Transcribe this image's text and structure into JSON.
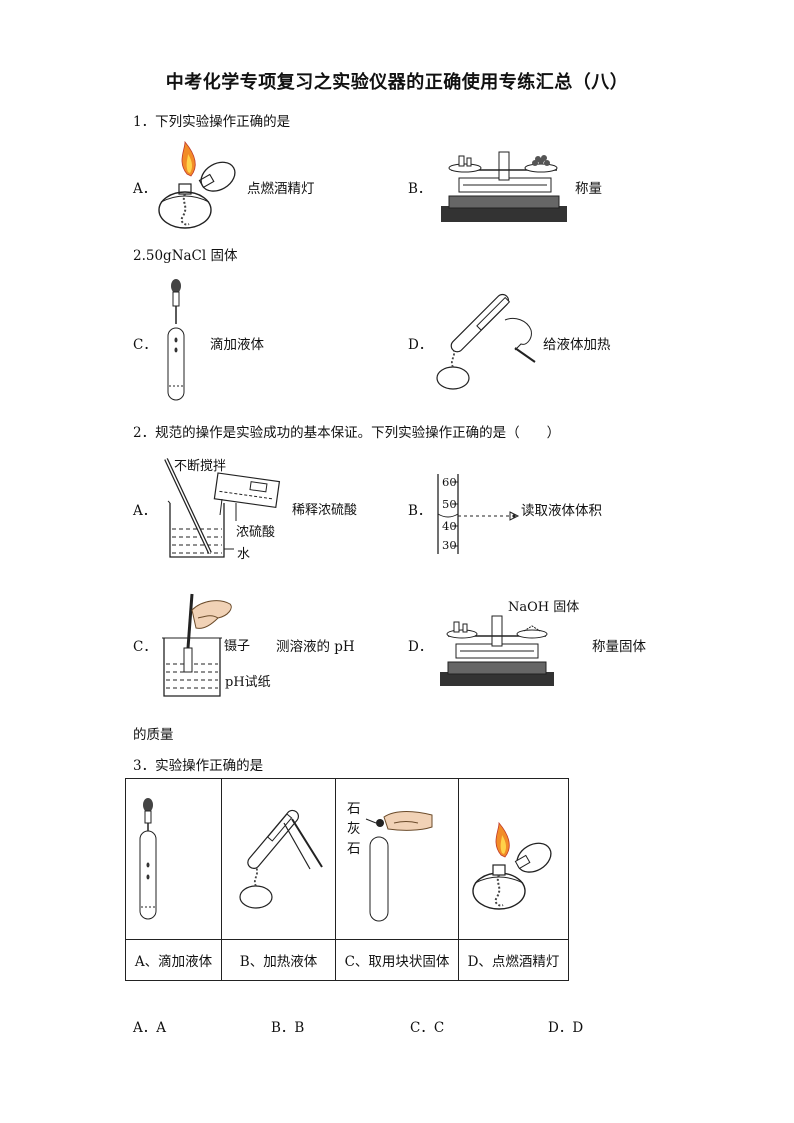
{
  "title": "中考化学专项复习之实验仪器的正确使用专练汇总（八）",
  "q1": {
    "stem": "1．下列实验操作正确的是",
    "a_letter": "A．",
    "a_text": "点燃酒精灯",
    "b_letter": "B．",
    "b_text": "称量",
    "b_cont": "2.50gNaCl 固体",
    "c_letter": "C．",
    "c_text": "滴加液体",
    "d_letter": "D．",
    "d_text": "给液体加热"
  },
  "q2": {
    "stem": "2．规范的操作是实验成功的基本保证。下列实验操作正确的是（　　）",
    "a_letter": "A．",
    "a_label_stir": "不断搅拌",
    "a_label_dilute": "稀释浓硫酸",
    "a_label_acid": "浓硫酸",
    "a_label_water": "水",
    "b_letter": "B．",
    "b_text": "读取液体体积",
    "b_ticks": [
      "60",
      "50",
      "40",
      "30"
    ],
    "c_letter": "C．",
    "c_label_tweezer": "镊子",
    "c_text": "测溶液的 pH",
    "c_label_paper": "pH试纸",
    "d_letter": "D．",
    "d_label_naoh": "NaOH  固体",
    "d_text": "称量固体",
    "d_cont": "的质量"
  },
  "q3": {
    "stem": "3．实验操作正确的是",
    "stone_chars": [
      "石",
      "灰",
      "石"
    ],
    "captions": [
      "A、滴加液体",
      "B、加热液体",
      "C、取用块状固体",
      "D、点燃酒精灯"
    ],
    "answers": [
      "A．A",
      "B．B",
      "C．C",
      "D．D"
    ]
  }
}
